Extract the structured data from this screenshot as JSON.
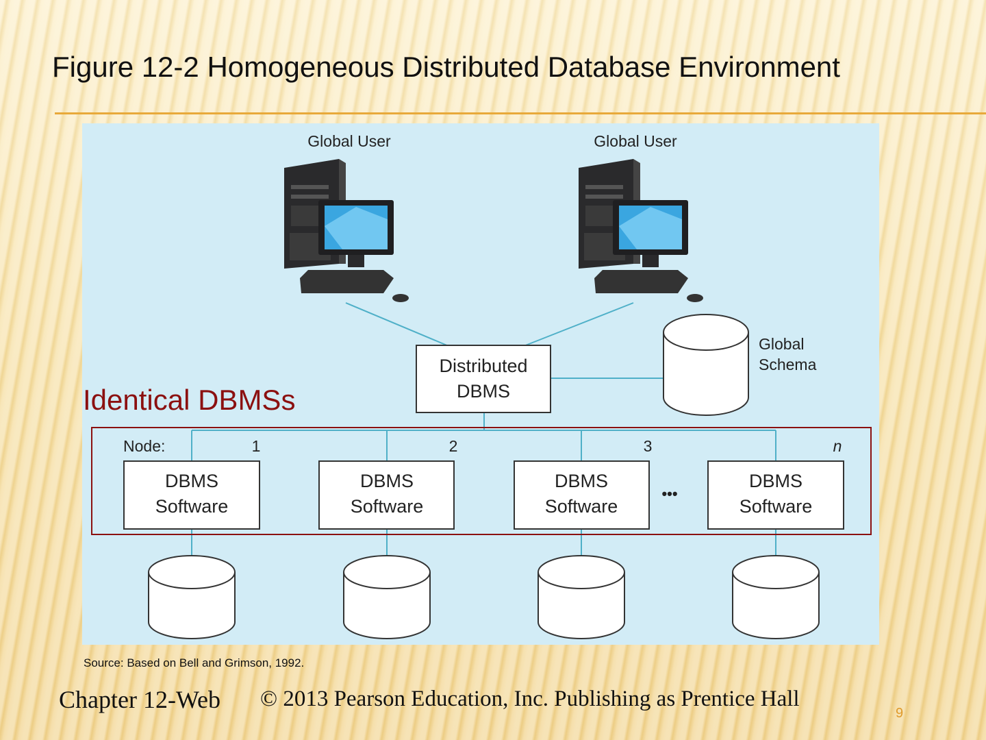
{
  "slide": {
    "title": "Figure 12-2 Homogeneous Distributed Database Environment",
    "page_number": "9"
  },
  "diagram": {
    "global_user_left": "Global User",
    "global_user_right": "Global User",
    "distributed_dbms_line1": "Distributed",
    "distributed_dbms_line2": "DBMS",
    "global_schema_line1": "Global",
    "global_schema_line2": "Schema",
    "node_label": "Node:",
    "nodes": [
      {
        "number": "1",
        "line1": "DBMS",
        "line2": "Software"
      },
      {
        "number": "2",
        "line1": "DBMS",
        "line2": "Software"
      },
      {
        "number": "3",
        "line1": "DBMS",
        "line2": "Software"
      },
      {
        "number": "n",
        "line1": "DBMS",
        "line2": "Software"
      }
    ],
    "ellipsis": "•••"
  },
  "annotation": {
    "highlight_label": "Identical DBMSs",
    "highlight_color": "#8b1010"
  },
  "source": {
    "prefix": "Source",
    "text": ": Based on Bell and Grimson, 1992."
  },
  "footer": {
    "chapter": "Chapter 12-Web",
    "copyright": "© 2013 Pearson Education, Inc.  Publishing as Prentice Hall"
  },
  "colors": {
    "panel_background": "#d2ecf6",
    "connector_line": "#4fb0c8",
    "title_rule": "#e8a93a",
    "page_number": "#e09a2a"
  }
}
